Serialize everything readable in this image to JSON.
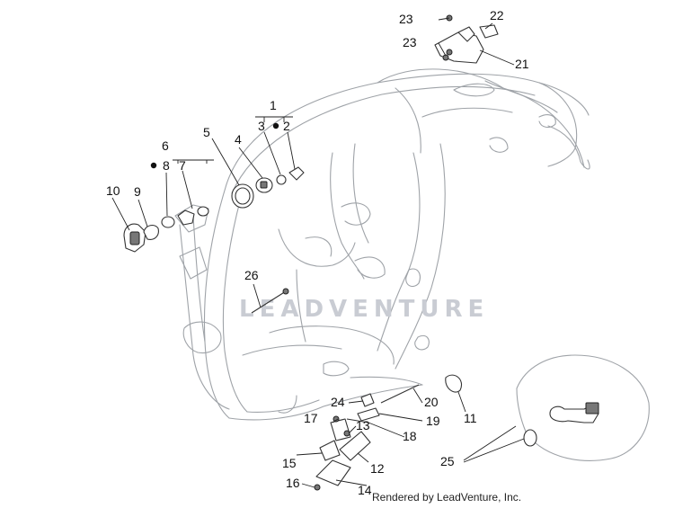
{
  "diagram": {
    "callouts": [
      "1",
      "2",
      "3",
      "4",
      "5",
      "6",
      "7",
      "8",
      "9",
      "10",
      "11",
      "12",
      "13",
      "14",
      "15",
      "16",
      "17",
      "18",
      "19",
      "20",
      "21",
      "22",
      "23",
      "23",
      "24",
      "25",
      "26"
    ],
    "watermark": "LEADVENTURE",
    "credit": "Rendered by LeadVenture, Inc."
  }
}
